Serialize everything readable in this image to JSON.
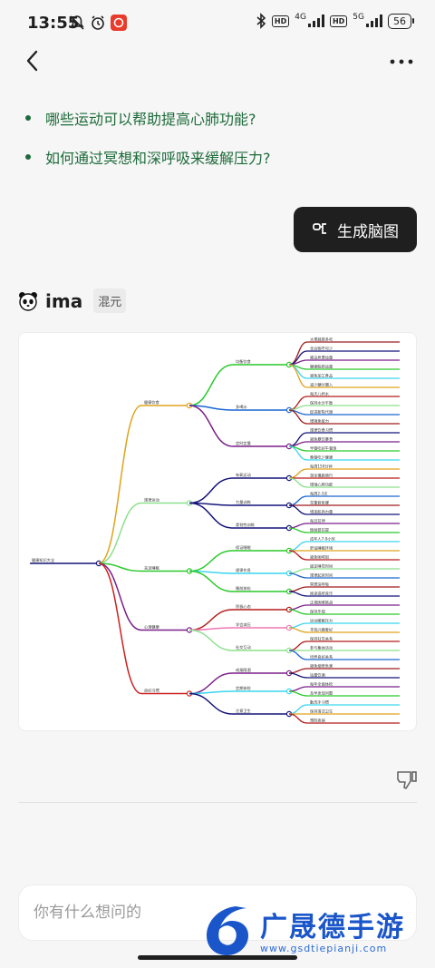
{
  "status": {
    "time": "13:55",
    "network_4g": "4G",
    "network_5g": "5G",
    "hd1": "HD",
    "hd2": "HD",
    "battery": "56"
  },
  "suggestions": [
    "哪些运动可以帮助提高心肺功能?",
    "如何通过冥想和深呼吸来缓解压力?"
  ],
  "generate_button": {
    "label": "生成脑图"
  },
  "assistant": {
    "name": "ima",
    "model_badge": "混元"
  },
  "mindmap": {
    "root": "健康知识大全",
    "branches": [
      {
        "label": "健康饮食",
        "color": "#e0a21b",
        "children": [
          {
            "label": "均衡饮食",
            "color": "#29c929",
            "leaves": [
              "水果蔬菜多吃",
              "全谷物不可少",
              "蛋白质要适量",
              "健康脂肪适量",
              "避免加工食品",
              "减少糖分摄入"
            ]
          },
          {
            "label": "多喝水",
            "color": "#1b66d2",
            "leaves": [
              "每天八杯水",
              "保持水分平衡",
              "促进新陈代谢",
              "增强免疫力"
            ]
          },
          {
            "label": "定时定量",
            "color": "#7a1f8a",
            "leaves": [
              "规律饮食习惯",
              "避免暴饮暴食",
              "早餐吃好午餐饱",
              "晚餐吃少健康"
            ]
          }
        ]
      },
      {
        "label": "规律运动",
        "color": "#8ce08c",
        "children": [
          {
            "label": "有氧运动",
            "color": "#14147a",
            "leaves": [
              "每周150分钟",
              "游泳慢跑骑行",
              "增强心肺功能"
            ]
          },
          {
            "label": "力量训练",
            "color": "#14147a",
            "leaves": [
              "每周2-3次",
              "举重俯卧撑",
              "增加肌肉力量"
            ]
          },
          {
            "label": "柔韧性训练",
            "color": "#14147a",
            "leaves": [
              "每日拉伸",
              "瑜伽普拉提"
            ]
          }
        ]
      },
      {
        "label": "充足睡眠",
        "color": "#29c929",
        "children": [
          {
            "label": "保证睡眠",
            "color": "#29c929",
            "leaves": [
              "成年人7-9小时",
              "舒适睡眠环境",
              "避免咖啡因"
            ]
          },
          {
            "label": "规律作息",
            "color": "#3bd6ef",
            "leaves": [
              "固定睡觉时间",
              "规律起床时间"
            ]
          },
          {
            "label": "睡前放松",
            "color": "#29c929",
            "leaves": [
              "冥想深呼吸",
              "阅读或听音乐"
            ]
          }
        ]
      },
      {
        "label": "心理健康",
        "color": "#7a1f8a",
        "children": [
          {
            "label": "积极心态",
            "color": "#b51b1b",
            "leaves": [
              "正视困难挑战",
              "保持乐观"
            ]
          },
          {
            "label": "学会减压",
            "color": "#ef78b4",
            "leaves": [
              "运动缓解压力",
              "寻找兴趣爱好"
            ]
          },
          {
            "label": "社交互动",
            "color": "#8ce08c",
            "leaves": [
              "保持社交关系",
              "参与集体活动",
              "培养良好关系"
            ]
          }
        ]
      },
      {
        "label": "良好习惯",
        "color": "#cc2020",
        "children": [
          {
            "label": "戒烟限酒",
            "color": "#7a1f8a",
            "leaves": [
              "避免烟草危害",
              "适量饮酒"
            ]
          },
          {
            "label": "定期体检",
            "color": "#3bd6ef",
            "leaves": [
              "每年全面体检",
              "及早发现问题"
            ]
          },
          {
            "label": "注意卫生",
            "color": "#14147a",
            "leaves": [
              "勤洗手习惯",
              "保持清洁卫生",
              "预防疾病"
            ]
          }
        ]
      }
    ]
  },
  "input": {
    "placeholder": "你有什么想问的"
  },
  "watermark": {
    "brand": "广晟德手游",
    "url": "www.gsdtiepianji.com"
  }
}
